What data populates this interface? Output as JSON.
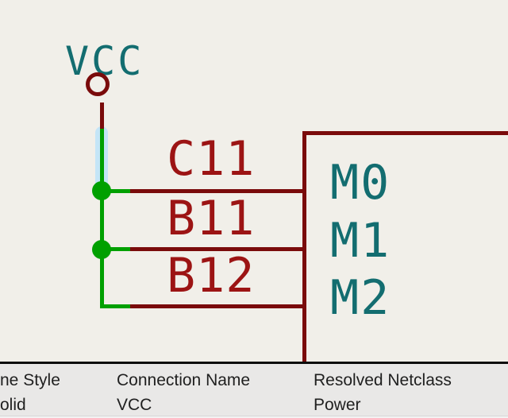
{
  "editor": {
    "background_color": "#f1efe9",
    "colors": {
      "wire": "#00a000",
      "symbol_outline": "#7a0b0b",
      "pin_number_text": "#9c1414",
      "pin_name_text": "#136d70",
      "net_highlight": "#c4e5f7"
    },
    "power_symbol": {
      "label": "VCC"
    },
    "component": {
      "pins": [
        {
          "number": "C11",
          "name": "M0"
        },
        {
          "number": "B11",
          "name": "M1"
        },
        {
          "number": "B12",
          "name": "M2"
        }
      ]
    }
  },
  "status_bar": {
    "columns": [
      {
        "label": "ne Style",
        "value": "olid"
      },
      {
        "label": "Connection Name",
        "value": "VCC"
      },
      {
        "label": "Resolved Netclass",
        "value": "Power"
      }
    ]
  }
}
